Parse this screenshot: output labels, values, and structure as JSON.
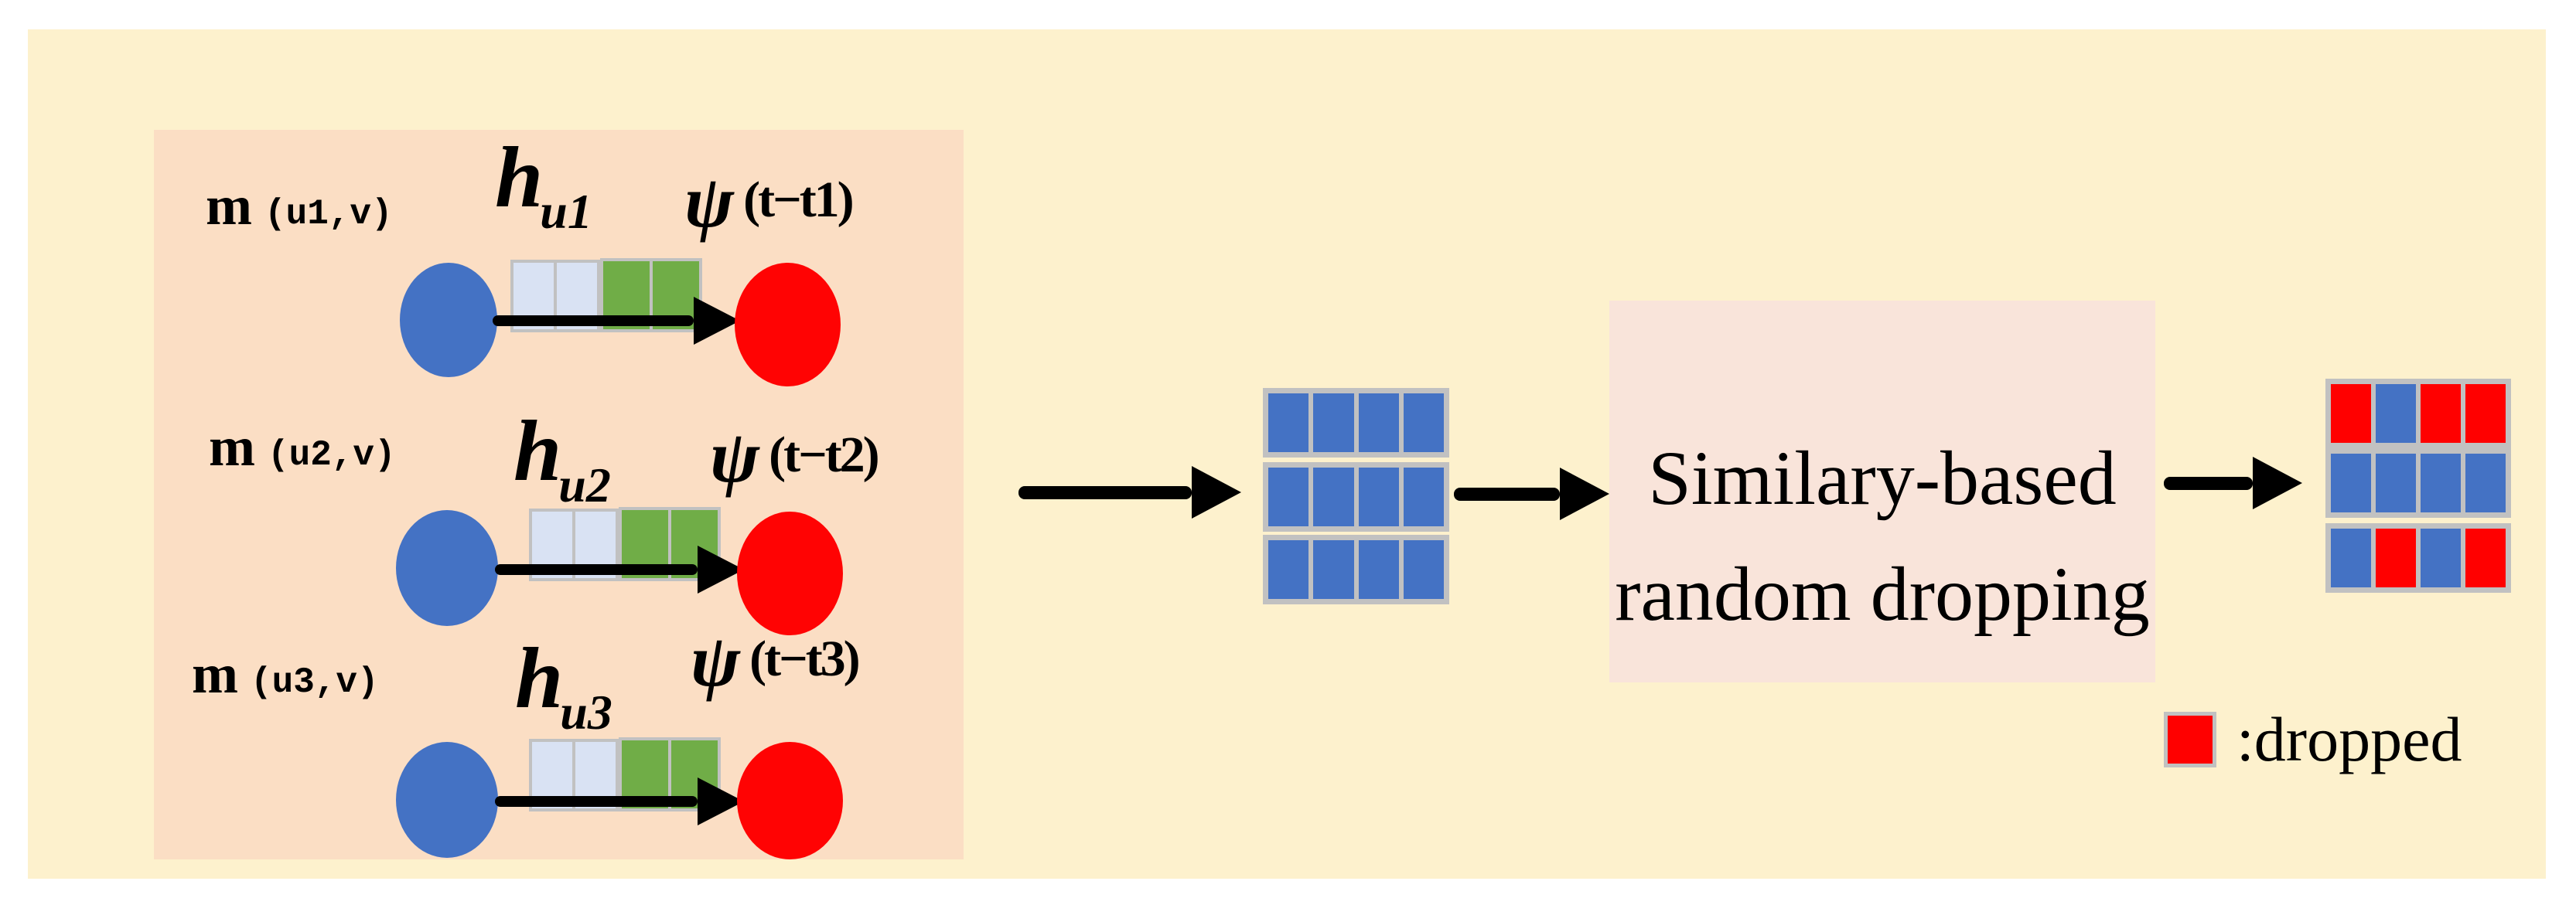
{
  "figure": {
    "rows": [
      {
        "m": "m",
        "m_sub": "(u1,v)",
        "h": "h",
        "h_sub": "u1",
        "psi": "ψ",
        "psi_arg": "(t−t1)"
      },
      {
        "m": "m",
        "m_sub": "(u2,v)",
        "h": "h",
        "h_sub": "u2",
        "psi": "ψ",
        "psi_arg": "(t−t2)"
      },
      {
        "m": "m",
        "m_sub": "(u3,v)",
        "h": "h",
        "h_sub": "u3",
        "psi": "ψ",
        "psi_arg": "(t−t3)"
      }
    ],
    "middle_grid": {
      "rows": [
        [
          "blue",
          "blue",
          "blue",
          "blue"
        ],
        [
          "blue",
          "blue",
          "blue",
          "blue"
        ],
        [
          "blue",
          "blue",
          "blue",
          "blue"
        ]
      ]
    },
    "dropping_box": {
      "line1": "Similary-based",
      "line2": "random dropping"
    },
    "output_grid": {
      "rows": [
        [
          "red",
          "blue",
          "red",
          "red"
        ],
        [
          "blue",
          "blue",
          "blue",
          "blue"
        ],
        [
          "blue",
          "red",
          "blue",
          "red"
        ]
      ]
    },
    "legend": {
      "swatch_color": "#FF0000",
      "label": ":dropped"
    },
    "palette": {
      "canvas_background": "#FDF1CD",
      "left_panel": "#FBDEC4",
      "dropping_box": "#F9E4DA",
      "node_blue": "#4472C4",
      "node_red": "#FF0303",
      "cell_blue": "#4472C4",
      "cell_red": "#FF0000",
      "feature_lavender": "#D9E2F3",
      "feature_green": "#70AD47",
      "border_gray": "#C1C1C1",
      "arrow_black": "#000000"
    }
  }
}
